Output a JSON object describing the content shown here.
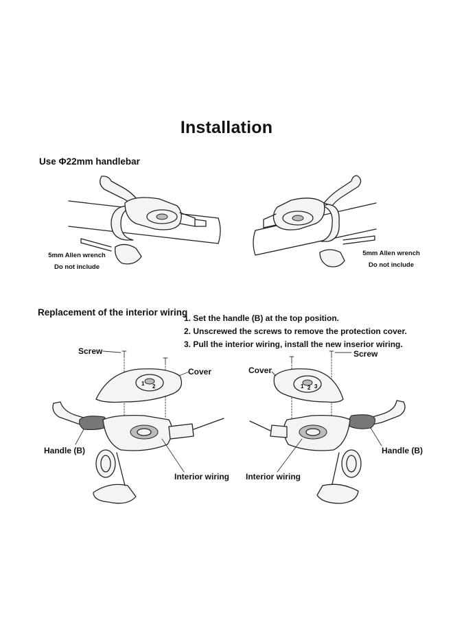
{
  "title": "Installation",
  "handlebar_heading": "Use Φ22mm handlebar",
  "allen_note": {
    "line1": "5mm Allen wrench",
    "line2": "Do not include"
  },
  "wiring_heading": "Replacement of the interior wiring",
  "steps": [
    "1. Set the handle (B) at the top position.",
    "2. Unscrewed the screws to remove the protection cover.",
    "3. Pull the interior wiring, install the new inserior wiring."
  ],
  "labels": {
    "screw": "Screw",
    "cover": "Cover",
    "handle_b": "Handle (B)",
    "interior_wiring": "Interior wiring"
  },
  "dial_numbers_left": [
    "1",
    "2"
  ],
  "dial_numbers_right": [
    "1",
    "2",
    "3"
  ]
}
